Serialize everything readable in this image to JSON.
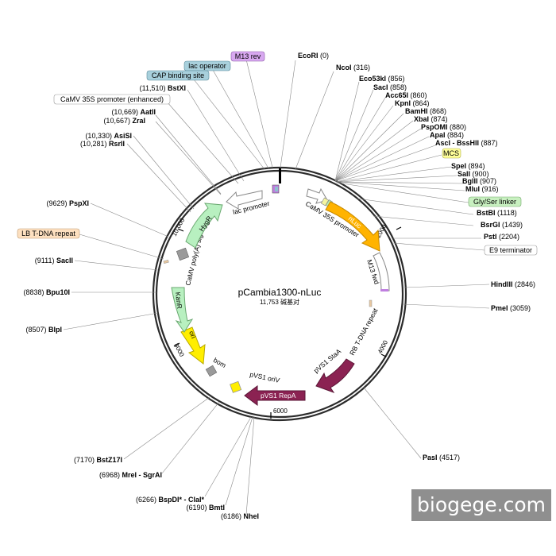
{
  "plasmid": {
    "name": "pCambia1300-nLuc",
    "size": "11,753 碱基对"
  },
  "watermark": "biogege.com",
  "colors": {
    "backbone": "#2b2b2b",
    "promoter": "#ffffff",
    "nluc": "#ffb300",
    "hygr": "#b8f0c0",
    "repA": "#8b2252",
    "ori": "#ffee00",
    "misc": "#9a9a9a",
    "m13_box": "#d8a8f0",
    "lac_box": "#a8d0dc",
    "mcs_box": "#ffff99",
    "linker_box": "#c8f0c0",
    "lb_box": "#fde0c0"
  },
  "ticks": [
    "2000",
    "4000",
    "6000",
    "8000",
    "10,000"
  ],
  "sites_right": [
    {
      "name": "EcoRI",
      "pos": "(0)"
    },
    {
      "name": "NcoI",
      "pos": "(316)"
    },
    {
      "name": "Eco53kI",
      "pos": "(856)"
    },
    {
      "name": "SacI",
      "pos": "(858)"
    },
    {
      "name": "Acc65I",
      "pos": "(860)"
    },
    {
      "name": "KpnI",
      "pos": "(864)"
    },
    {
      "name": "BamHI",
      "pos": "(868)"
    },
    {
      "name": "XbaI",
      "pos": "(874)"
    },
    {
      "name": "PspOMI",
      "pos": "(880)"
    },
    {
      "name": "ApaI",
      "pos": "(884)"
    },
    {
      "name": "AscI - BssHII",
      "pos": "(887)"
    },
    {
      "name": "SpeI",
      "pos": "(894)"
    },
    {
      "name": "SalI",
      "pos": "(900)"
    },
    {
      "name": "BglII",
      "pos": "(907)"
    },
    {
      "name": "MluI",
      "pos": "(916)"
    },
    {
      "name": "BstBI",
      "pos": "(1118)"
    },
    {
      "name": "BsrGI",
      "pos": "(1439)"
    },
    {
      "name": "PstI",
      "pos": "(2204)"
    },
    {
      "name": "HindIII",
      "pos": "(2846)"
    },
    {
      "name": "PmeI",
      "pos": "(3059)"
    },
    {
      "name": "PasI",
      "pos": "(4517)"
    }
  ],
  "sites_left": [
    {
      "name": "BstXI",
      "pos": "(11,510)"
    },
    {
      "name": "AatII",
      "pos": "(10,669)"
    },
    {
      "name": "ZraI",
      "pos": "(10,667)"
    },
    {
      "name": "AsiSI",
      "pos": "(10,330)"
    },
    {
      "name": "RsrII",
      "pos": "(10,281)"
    },
    {
      "name": "PspXI",
      "pos": "(9629)"
    },
    {
      "name": "SacII",
      "pos": "(9111)"
    },
    {
      "name": "Bpu10I",
      "pos": "(8838)"
    },
    {
      "name": "BlpI",
      "pos": "(8507)"
    },
    {
      "name": "BstZ17I",
      "pos": "(7170)"
    },
    {
      "name": "MreI - SgrAI",
      "pos": "(6968)"
    },
    {
      "name": "BspDI* - ClaI*",
      "pos": "(6266)"
    },
    {
      "name": "BmtI",
      "pos": "(6190)"
    },
    {
      "name": "NheI",
      "pos": "(6186)"
    }
  ],
  "boxed_labels": {
    "m13_rev": "M13 rev",
    "lac_operator": "lac operator",
    "cap_site": "CAP binding site",
    "camv_enh": "CaMV 35S promoter (enhanced)",
    "mcs": "MCS",
    "gly_ser": "Gly/Ser linker",
    "e9": "E9 terminator",
    "lb": "LB T-DNA repeat"
  },
  "features": {
    "lac_promoter": "lac promoter",
    "camv_35s": "CaMV 35S promoter",
    "nluc": "nLuc",
    "m13_fwd": "M13 fwd",
    "rb": "RB T-DNA repeat",
    "pvs1_staa": "pVS1 StaA",
    "pvs1_repa": "pVS1 RepA",
    "pvs1_oriv": "pVS1 oriV",
    "bom": "bom",
    "ori": "ori",
    "kanr": "KanR",
    "camv_polya": "CaMV poly(A) signal",
    "hygr": "HygR"
  }
}
